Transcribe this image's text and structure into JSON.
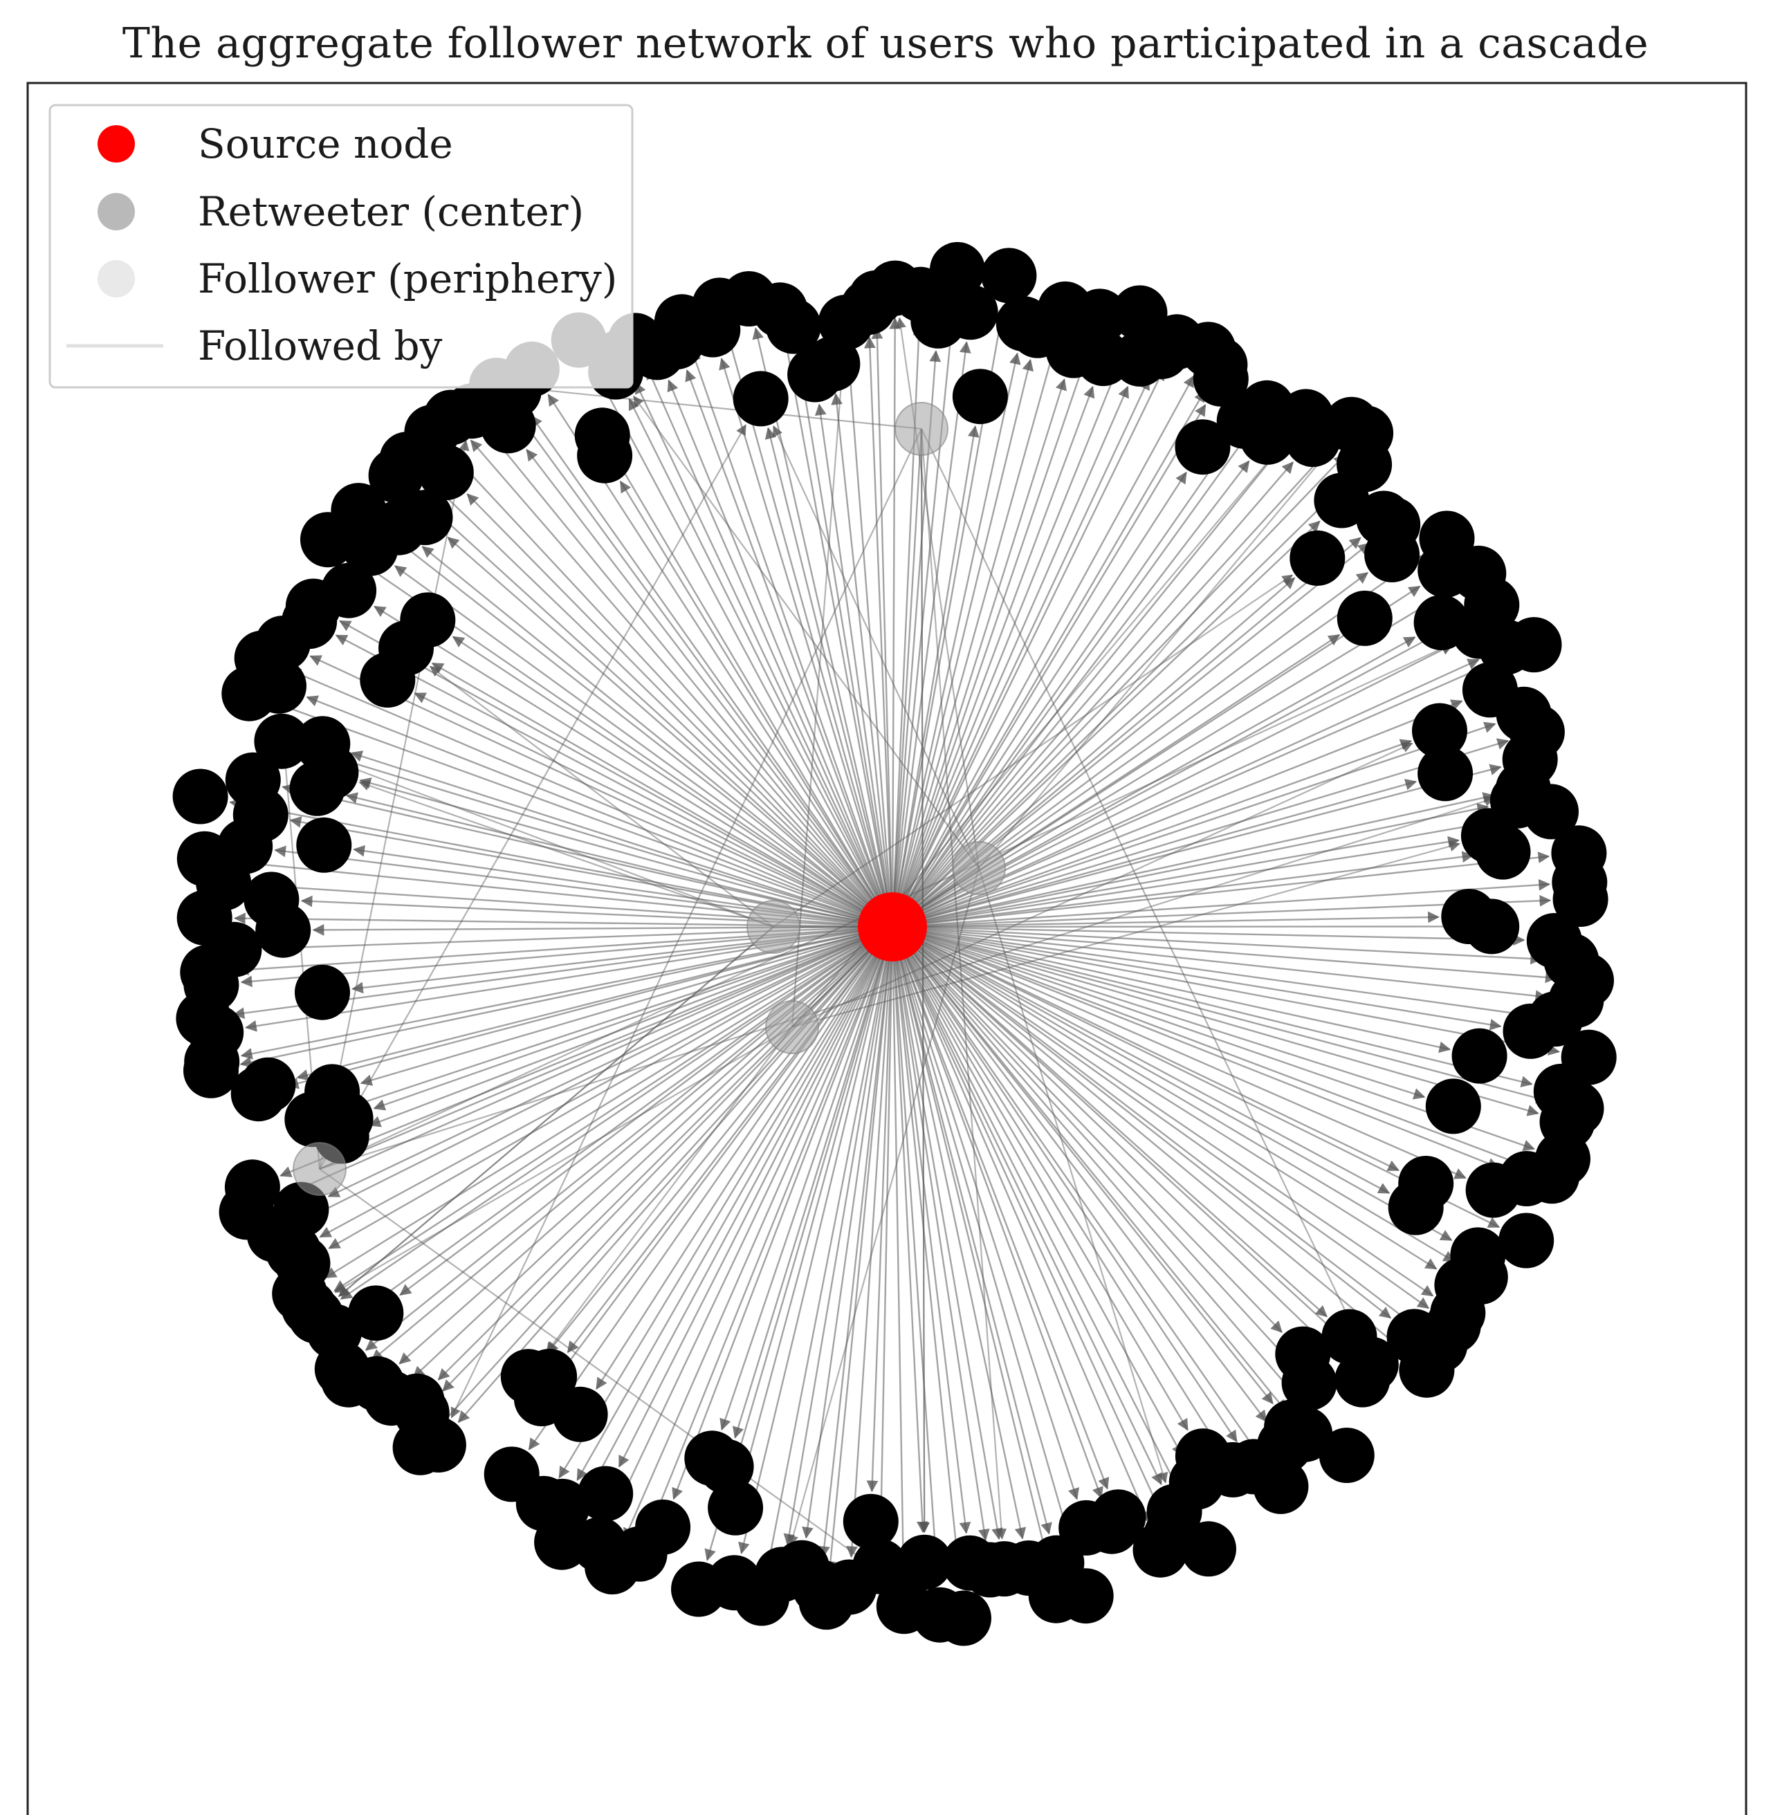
{
  "title": "The aggregate follower network of users who participated in a cascade",
  "legend": {
    "placement": "upper-left",
    "items": [
      {
        "label": "Source node",
        "marker": "circle",
        "color": "#ff0000",
        "alpha": 1.0
      },
      {
        "label": "Retweeter (center)",
        "marker": "circle",
        "color": "#808080",
        "alpha": 0.55
      },
      {
        "label": "Follower (periphery)",
        "marker": "circle",
        "color": "#c8c8c8",
        "alpha": 0.4
      },
      {
        "label": "Followed by",
        "marker": "line",
        "color": "#cccccc",
        "alpha": 0.6
      }
    ]
  },
  "colors": {
    "source": "#ff0000",
    "retweeter": "#a0a0a0",
    "follower": "#000000",
    "edge": "#555555",
    "frame": "#222222"
  },
  "graph": {
    "description_type": "radial follower network",
    "source_count": 1,
    "retweeter_count": 5,
    "follower_count": 236,
    "edges_from_source_to_followers": true,
    "edges_from_retweeters_to_followers": true
  }
}
